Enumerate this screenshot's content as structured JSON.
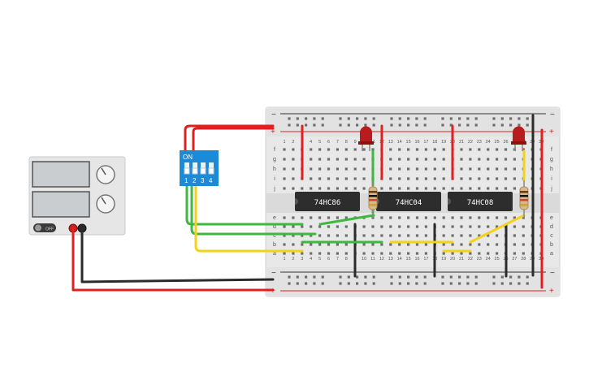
{
  "breadboard": {
    "rail_minus": "−",
    "rail_plus": "+",
    "row_letters_top": [
      "f",
      "g",
      "h",
      "i",
      "j"
    ],
    "row_letters_bottom": [
      "a",
      "b",
      "c",
      "d",
      "e"
    ],
    "column_numbers": [
      "1",
      "2",
      "3",
      "4",
      "5",
      "6",
      "7",
      "8",
      "9",
      "10",
      "11",
      "12",
      "13",
      "14",
      "15",
      "16",
      "17",
      "18",
      "19",
      "20",
      "21",
      "22",
      "23",
      "24",
      "25",
      "26",
      "27",
      "28",
      "29",
      "30"
    ]
  },
  "chips": [
    {
      "label": "74HC86"
    },
    {
      "label": "74HC04"
    },
    {
      "label": "74HC08"
    }
  ],
  "dip_switch": {
    "on_label": "ON",
    "positions": [
      "1",
      "2",
      "3",
      "4"
    ]
  },
  "power_supply": {
    "off_label": "OFF"
  },
  "colors": {
    "wire_red": "#e02020",
    "wire_black": "#2b2b2b",
    "wire_green": "#3fb83f",
    "wire_yellow": "#f2d21b",
    "dip_blue": "#1c8ad6",
    "led_red": "#b81c1c",
    "chip_body": "#2d2d2d",
    "board": "#e9e9e9"
  }
}
